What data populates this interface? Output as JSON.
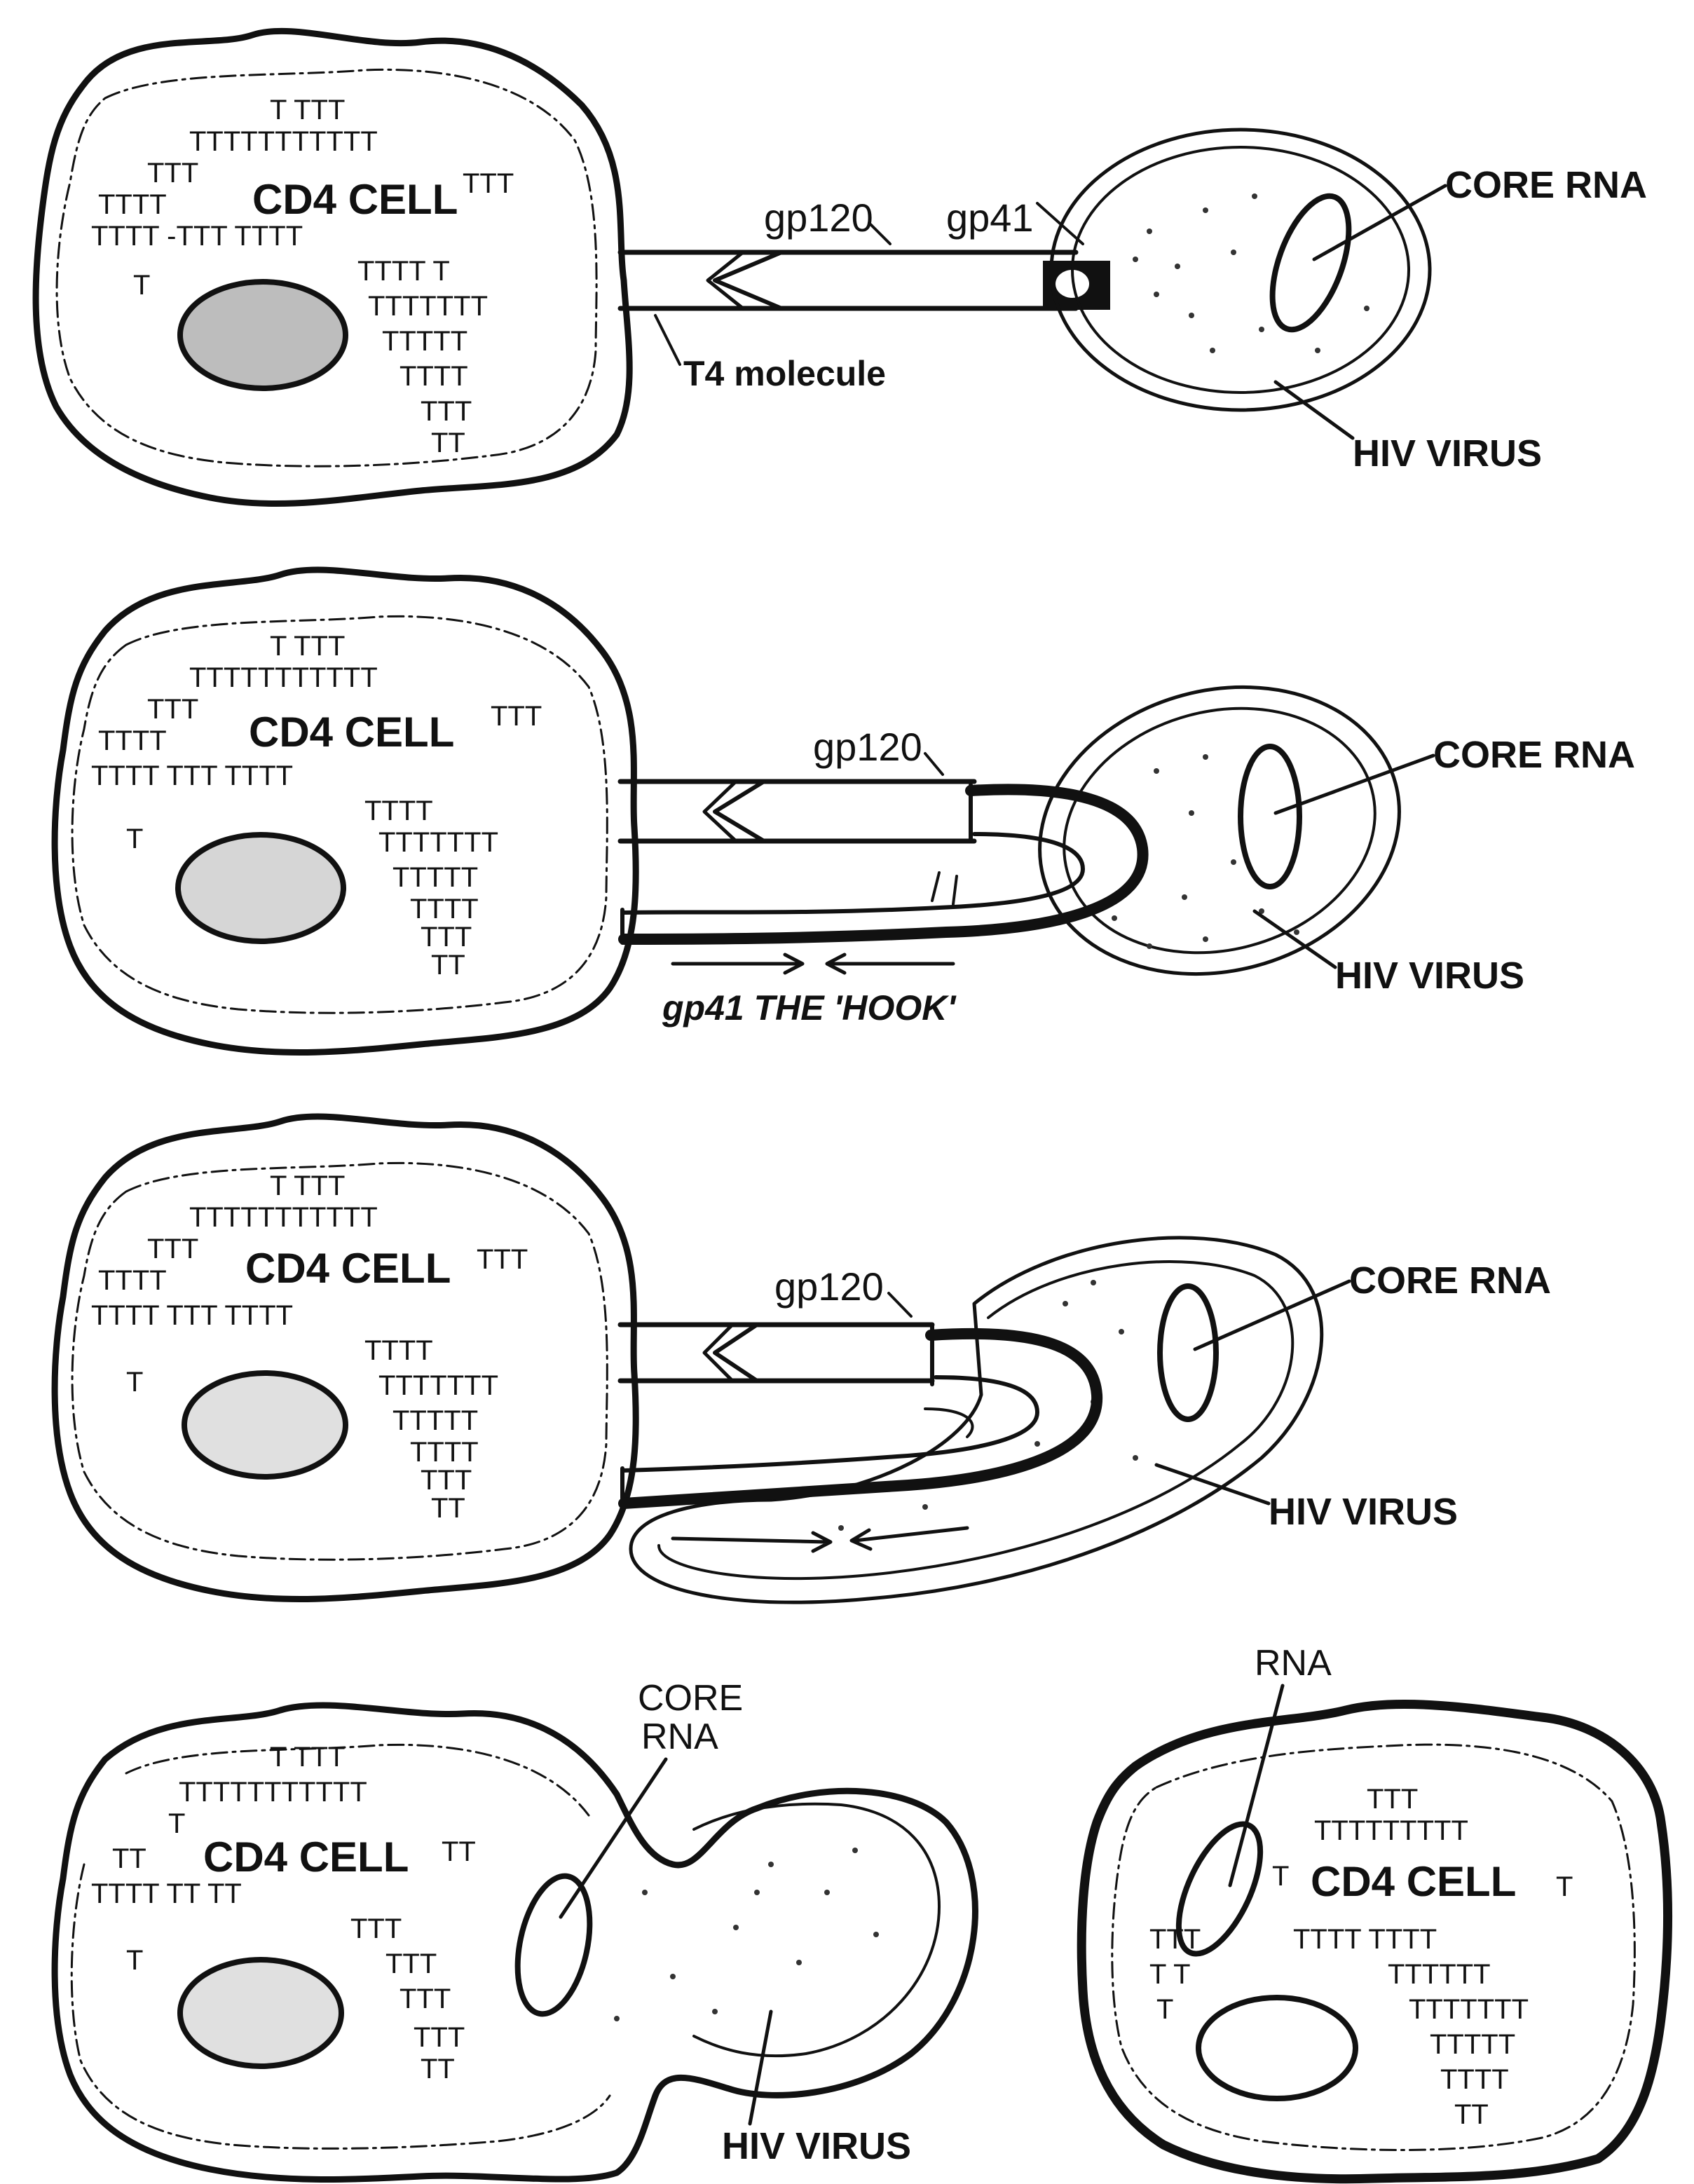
{
  "colors": {
    "ink": "#111111",
    "paper": "#ffffff",
    "stipple": "#333333"
  },
  "panels": [
    {
      "cell_label": "CD4 CELL",
      "gp120_label": "gp120",
      "gp41_label": "gp41",
      "t4_label": "T4 molecule",
      "core_rna_label": "CORE RNA",
      "virus_label": "HIV VIRUS"
    },
    {
      "cell_label": "CD4 CELL",
      "gp120_label": "gp120",
      "core_rna_label": "CORE RNA",
      "virus_label": "HIV VIRUS",
      "hook_label": "gp41 THE 'HOOK'"
    },
    {
      "cell_label": "CD4 CELL",
      "gp120_label": "gp120",
      "core_rna_label": "CORE RNA",
      "virus_label": "HIV VIRUS"
    },
    {
      "cell_label": "CD4 CELL",
      "core_rna_label_line1": "CORE",
      "core_rna_label_line2": "RNA",
      "virus_label": "HIV VIRUS"
    },
    {
      "rna_label": "RNA",
      "cell_label": "CD4 CELL"
    }
  ]
}
